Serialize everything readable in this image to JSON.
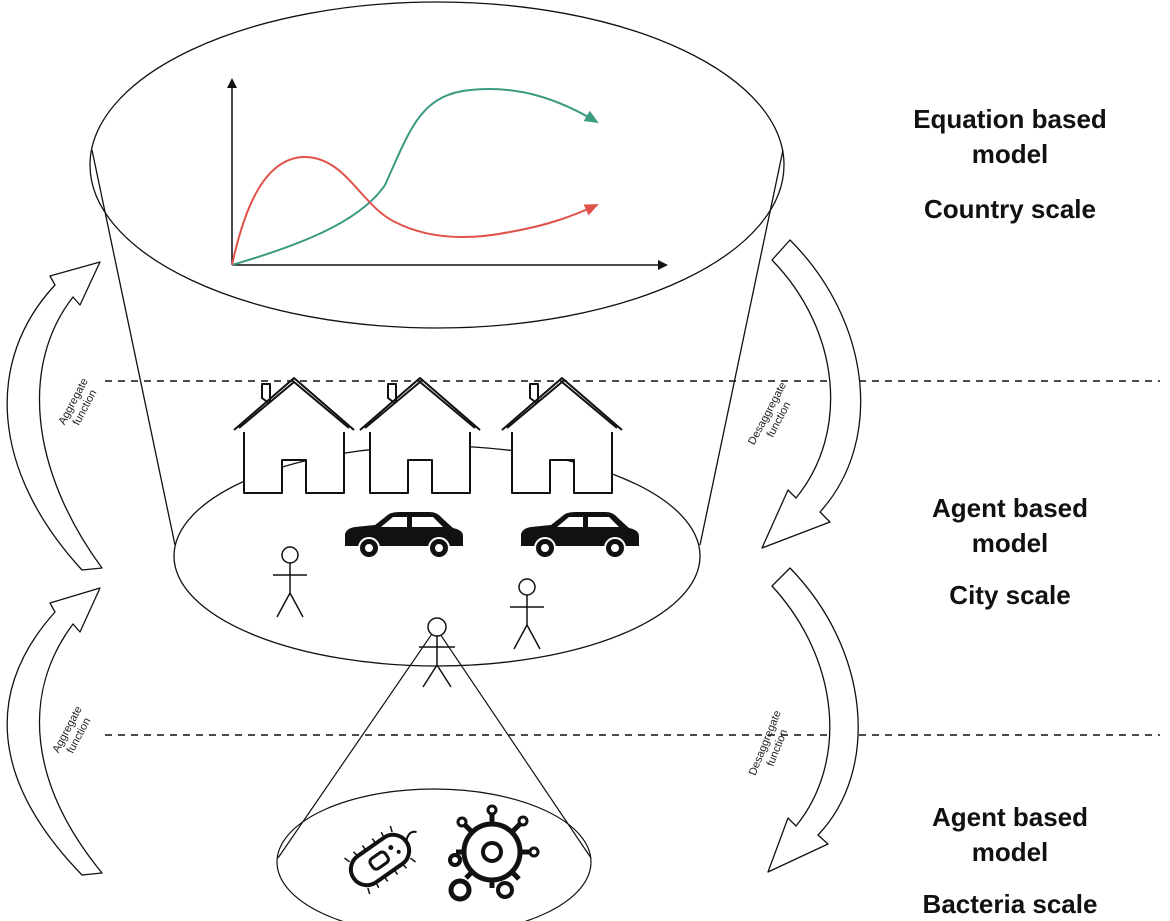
{
  "scales": [
    {
      "model": "Equation based",
      "model2": "model",
      "scale": "Country scale"
    },
    {
      "model": "Agent based",
      "model2": "model",
      "scale": "City scale"
    },
    {
      "model": "Agent based",
      "model2": "model",
      "scale": "Bacteria scale"
    }
  ],
  "arrows": {
    "aggregate_line1": "Aggregate",
    "aggregate_line2": "function",
    "desaggregate_line1": "Desaggregate",
    "desaggregate_line2": "function"
  },
  "colors": {
    "stroke": "#111111",
    "green_curve": "#3a9a82",
    "red_curve": "#e0524a"
  },
  "icons": [
    "house-icon",
    "car-icon",
    "person-icon",
    "bacterium-icon",
    "virus-icon"
  ]
}
